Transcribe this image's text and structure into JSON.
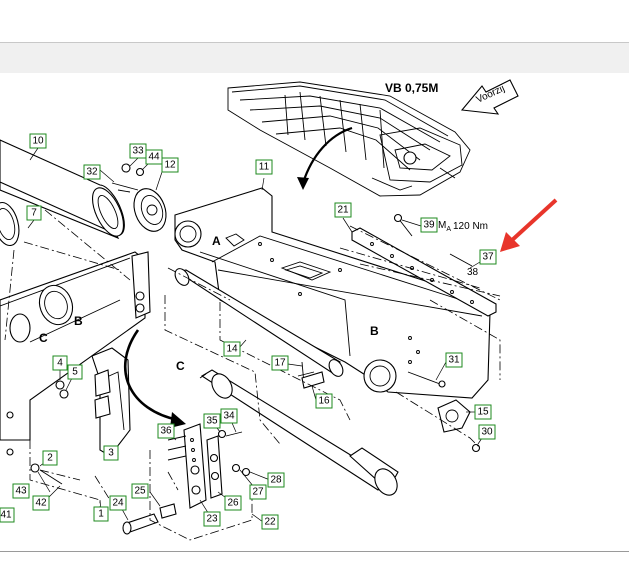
{
  "drawing": {
    "title": "VB 0,75M",
    "arrow_label": "Voorzij",
    "torque": "M",
    "torque_sub": "A",
    "torque_value": "120 Nm",
    "view_letters": {
      "a1": "A",
      "b1": "B",
      "c1": "C",
      "b2": "B",
      "c2": "C"
    }
  },
  "callouts": {
    "c1": "1",
    "c2": "2",
    "c3": "3",
    "c4": "4",
    "c5": "5",
    "c7": "7",
    "c10": "10",
    "c11": "11",
    "c12": "12",
    "c14": "14",
    "c15": "15",
    "c16": "16",
    "c17": "17",
    "c21": "21",
    "c22": "22",
    "c23": "23",
    "c24": "24",
    "c25": "25",
    "c26": "26",
    "c27": "27",
    "c28": "28",
    "c30": "30",
    "c31": "31",
    "c32": "32",
    "c33": "33",
    "c34": "34",
    "c35": "35",
    "c36": "36",
    "c37": "37",
    "c38": "38",
    "c39": "39",
    "c41": "41",
    "c42": "42",
    "c43": "43",
    "c44": "44"
  },
  "colors": {
    "callout_border": "#1e8a1e",
    "highlight_arrow": "#e8352b",
    "toolbar_bg": "#f0f0f0"
  }
}
